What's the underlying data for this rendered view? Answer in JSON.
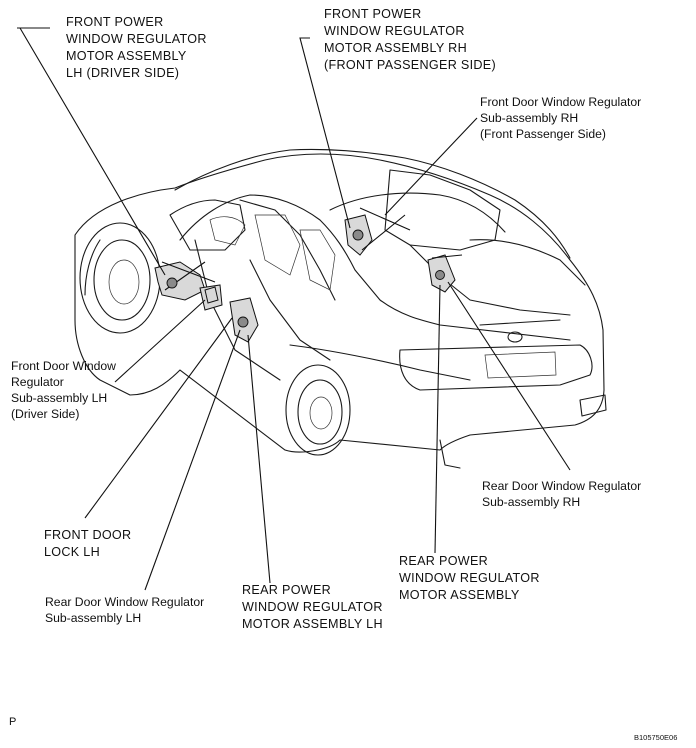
{
  "labels": {
    "front_motor_lh": [
      "FRONT POWER",
      "WINDOW REGULATOR",
      "MOTOR ASSEMBLY",
      "LH (DRIVER SIDE)"
    ],
    "front_motor_rh": [
      "FRONT POWER",
      "WINDOW REGULATOR",
      "MOTOR ASSEMBLY RH",
      "(FRONT PASSENGER SIDE)"
    ],
    "front_sub_rh": [
      "Front Door Window Regulator",
      "Sub-assembly RH",
      "(Front Passenger Side)"
    ],
    "front_sub_lh": [
      "Front Door Window",
      "Regulator",
      "Sub-assembly LH",
      "(Driver Side)"
    ],
    "rear_sub_rh": [
      "Rear Door Window Regulator",
      "Sub-assembly RH"
    ],
    "front_lock_lh": [
      "FRONT DOOR",
      "LOCK  LH"
    ],
    "rear_motor": [
      "REAR POWER",
      "WINDOW REGULATOR",
      "MOTOR ASSEMBLY"
    ],
    "rear_sub_lh": [
      "Rear Door Window Regulator",
      "Sub-assembly LH"
    ],
    "rear_motor_lh": [
      "REAR POWER",
      "WINDOW REGULATOR",
      "MOTOR ASSEMBLY LH"
    ]
  },
  "footer": {
    "left_mark": "P",
    "figure_code": "B105750E06"
  }
}
